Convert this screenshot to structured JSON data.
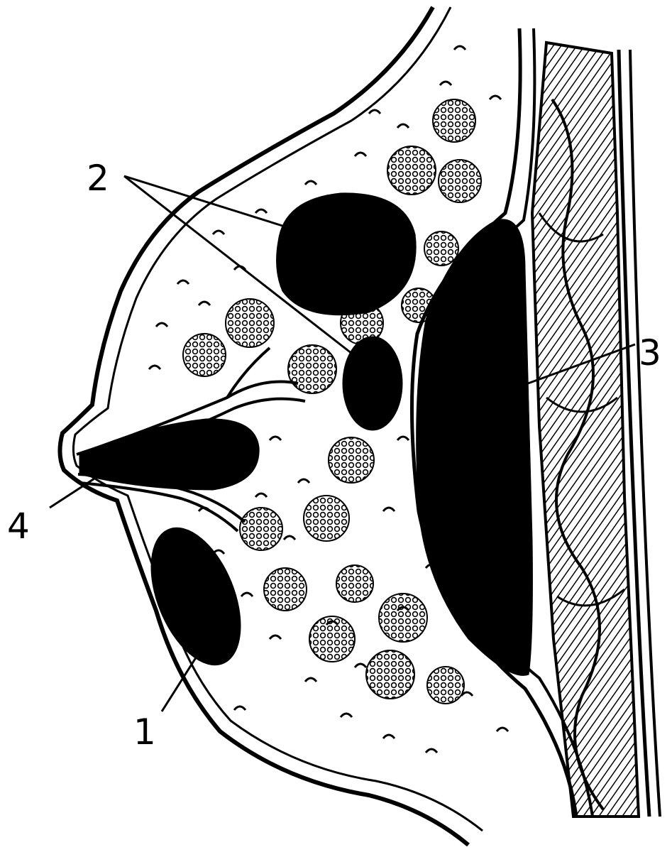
{
  "labels": {
    "l1": "1",
    "l2": "2",
    "l3": "3",
    "l4": "4"
  },
  "colors": {
    "ink": "#000000",
    "paper": "#ffffff"
  }
}
